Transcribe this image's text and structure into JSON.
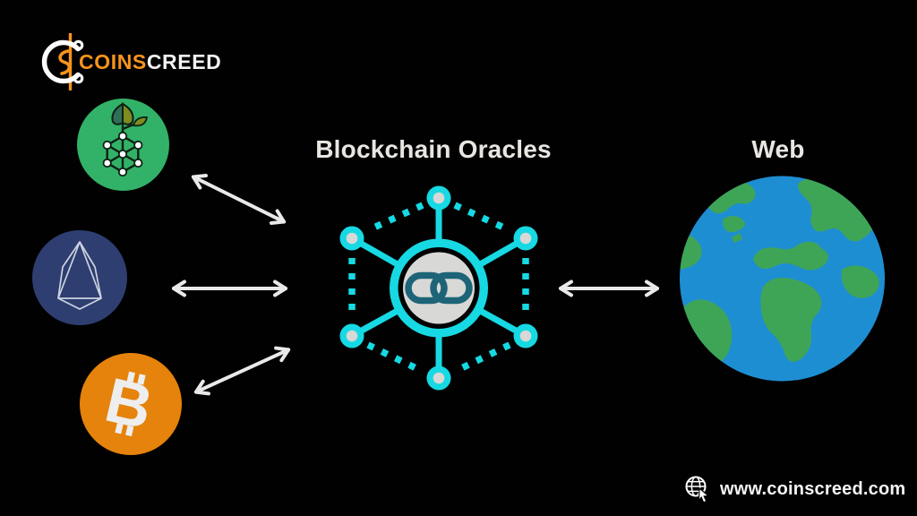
{
  "brand": {
    "name": "CoinsCreed logo",
    "text_primary": "COINS",
    "text_secondary": "CREED"
  },
  "diagram": {
    "title": "Blockchain Oracles",
    "web_label": "Web",
    "source_icons": [
      {
        "id": "eco-blockchain-coin-icon"
      },
      {
        "id": "eos-coin-icon"
      },
      {
        "id": "bitcoin-coin-icon"
      }
    ],
    "center_icon": "chainlink-oracle-network-icon",
    "right_icon": "earth-globe-icon"
  },
  "footer": {
    "url": "www.coinscreed.com",
    "icon": "globe-cursor-icon"
  },
  "colors": {
    "background": "#010101",
    "brand_orange": "#f7941d",
    "accent_cyan": "#16d9e3",
    "node_gray": "#d8d8d6",
    "link_blue": "#1d6478",
    "eco_green": "#32b268",
    "leaf_dark": "#2f6f58",
    "leaf_olive": "#7f8c1f",
    "eos_blue": "#2e3e70",
    "bitcoin_orange": "#e5830c",
    "globe_ocean": "#1e8ed2",
    "globe_land": "#3fa556",
    "arrow_gray": "#e9e9e9",
    "title_text": "#e9e6e2"
  }
}
